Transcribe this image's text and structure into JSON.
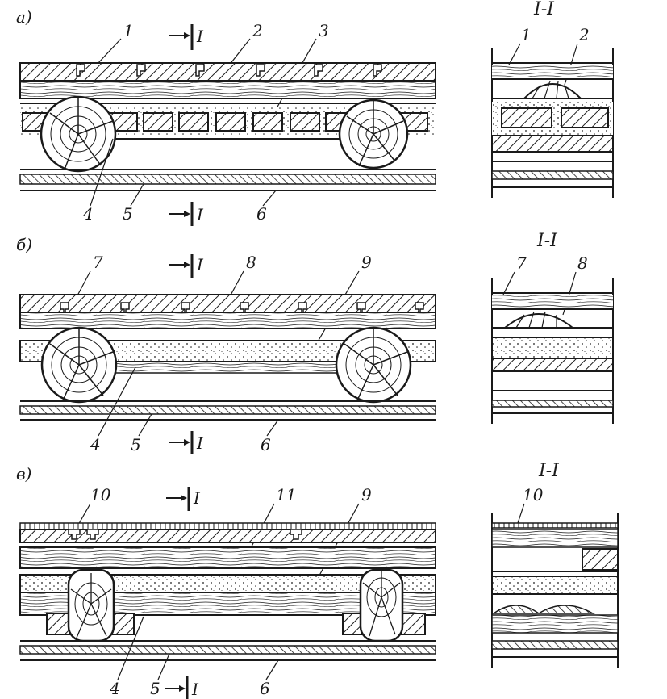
{
  "panels": [
    {
      "id": "a",
      "letter": "а)",
      "section_title": "I-I",
      "cut_marks": [
        "I",
        "I"
      ],
      "callouts": [
        "1",
        "2",
        "3",
        "4",
        "5",
        "6"
      ]
    },
    {
      "id": "b",
      "letter": "б)",
      "section_title": "I-I",
      "cut_marks": [
        "I",
        "I"
      ],
      "callouts": [
        "7",
        "8",
        "9",
        "4",
        "5",
        "6"
      ],
      "section_callouts": [
        "7",
        "8"
      ]
    },
    {
      "id": "c",
      "letter": "в)",
      "section_title": "I-I",
      "cut_marks": [
        "I",
        "I"
      ],
      "callouts": [
        "10",
        "11",
        "9",
        "4",
        "5",
        "6"
      ],
      "section_callouts": [
        "10"
      ]
    }
  ],
  "section_callouts_a": [
    "1",
    "2"
  ]
}
